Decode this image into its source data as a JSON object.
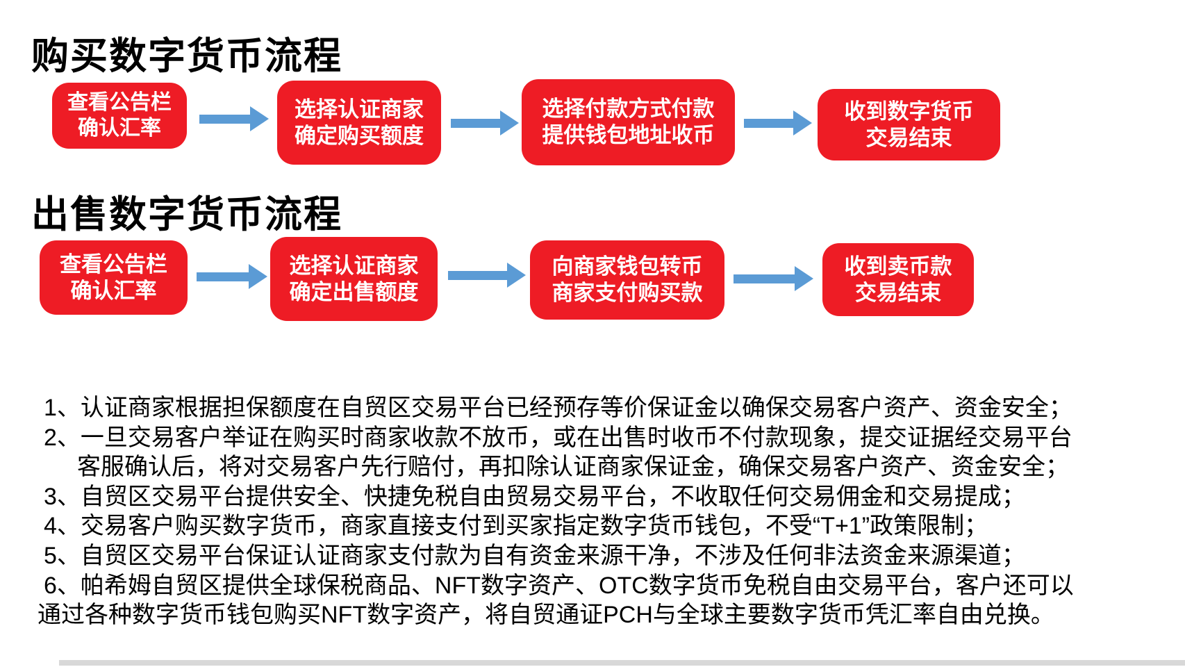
{
  "palette": {
    "box_red": "#ee1c25",
    "arrow_blue": "#5b9bd5",
    "text_black": "#000000",
    "scrollbar_gray": "#d8d8d8"
  },
  "buy_flow": {
    "title": "购买数字货币流程",
    "steps": [
      {
        "line1": "查看公告栏",
        "line2": "确认汇率"
      },
      {
        "line1": "选择认证商家",
        "line2": "确定购买额度"
      },
      {
        "line1": "选择付款方式付款",
        "line2": "提供钱包地址收币"
      },
      {
        "line1": "收到数字货币",
        "line2": "交易结束"
      }
    ]
  },
  "sell_flow": {
    "title": "出售数字货币流程",
    "steps": [
      {
        "line1": "查看公告栏",
        "line2": "确认汇率"
      },
      {
        "line1": "选择认证商家",
        "line2": "确定出售额度"
      },
      {
        "line1": "向商家钱包转币",
        "line2": "商家支付购买款"
      },
      {
        "line1": "收到卖币款",
        "line2": "交易结束"
      }
    ]
  },
  "notes": {
    "lines": [
      "1、认证商家根据担保额度在自贸区交易平台已经预存等价保证金以确保交易客户资产、资金安全；",
      "2、一旦交易客户举证在购买时商家收款不放币，或在出售时收币不付款现象，提交证据经交易平台",
      "客服确认后，将对交易客户先行赔付，再扣除认证商家保证金，确保交易客户资产、资金安全；",
      "3、自贸区交易平台提供安全、快捷免税自由贸易交易平台，不收取任何交易佣金和交易提成；",
      "4、交易客户购买数字货币，商家直接支付到买家指定数字货币钱包，不受“T+1”政策限制；",
      "5、自贸区交易平台保证认证商家支付款为自有资金来源干净，不涉及任何非法资金来源渠道；",
      "6、帕希姆自贸区提供全球保税商品、NFT数字资产、OTC数字货币免税自由交易平台，客户还可以",
      "通过各种数字货币钱包购买NFT数字资产，将自贸通证PCH与全球主要数字货币凭汇率自由兑换。"
    ]
  }
}
